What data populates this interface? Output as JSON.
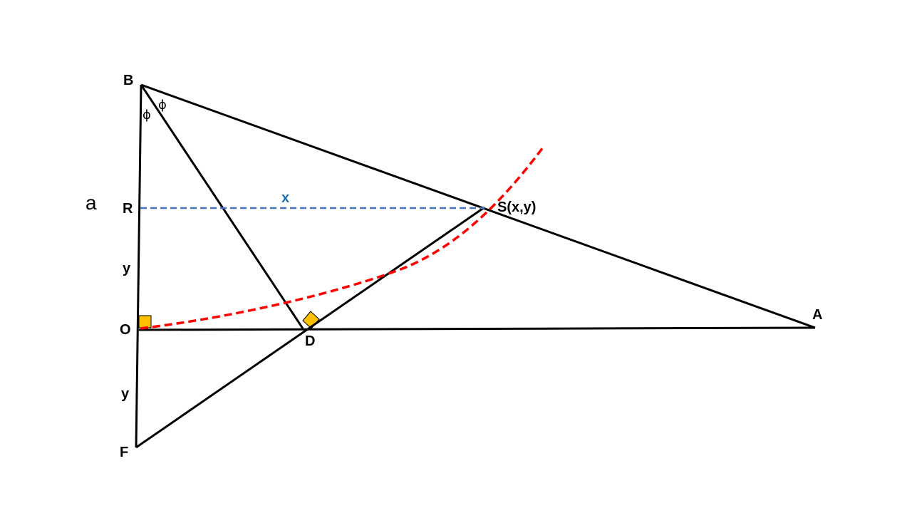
{
  "points": {
    "B": "B",
    "R": "R",
    "O": "O",
    "F": "F",
    "D": "D",
    "A": "A",
    "S": "S(x,y)"
  },
  "labels": {
    "a": "a",
    "x": "x",
    "y_upper": "y",
    "y_lower": "y",
    "phi_left": "ϕ",
    "phi_right": "ϕ"
  },
  "colors": {
    "line": "#000000",
    "dashed_horizontal": "#4472C4",
    "x_label": "#1F6FB2",
    "curve": "#FF0000",
    "right_angle_fill": "#FFC000"
  }
}
